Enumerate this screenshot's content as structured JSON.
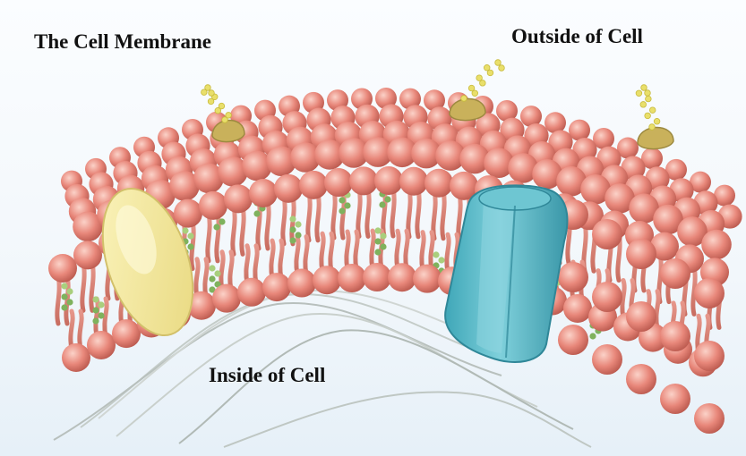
{
  "labels": {
    "title": "The Cell Membrane",
    "outside": "Outside of Cell",
    "inside": "Inside of Cell"
  },
  "structures": [
    "phospholipid-bilayer",
    "carbohydrate-chain",
    "glycoprotein",
    "integral-protein",
    "channel-protein",
    "cholesterol",
    "cytoskeleton-filament"
  ],
  "colors": {
    "phospholipid_head": "#e8877a",
    "phospholipid_tail": "#d9786b",
    "carbohydrate": "#e9df6a",
    "glycoprotein": "#c9b15b",
    "integral_protein": "#f3ea9c",
    "channel_protein": "#58b9c8",
    "cholesterol": "#8fbf6a",
    "filament": "#b8c0bd"
  }
}
